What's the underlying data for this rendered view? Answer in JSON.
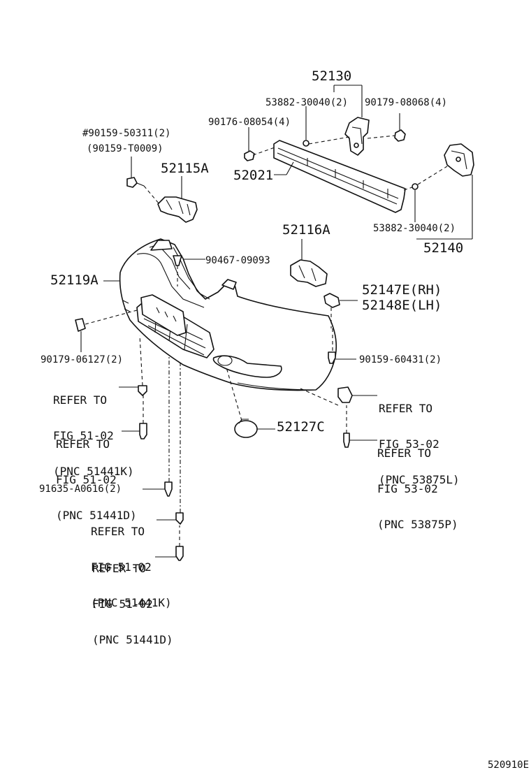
{
  "diagram": {
    "image_code": "520910E",
    "labels": {
      "p52130": "52130",
      "p53882_top": "53882-30040(2)",
      "p90179_top": "90179-08068(4)",
      "p90176": "90176-08054(4)",
      "p90159_503": "#90159-50311(2)",
      "p90159_t": "(90159-T0009)",
      "p52115a": "52115A",
      "p52021": "52021",
      "p52116a": "52116A",
      "p53882_bot": "53882-30040(2)",
      "p52140": "52140",
      "p90467": "90467-09093",
      "p52119a": "52119A",
      "p52147e": "52147E(RH)",
      "p52148e": "52148E(LH)",
      "p90179_bot": "90179-06127(2)",
      "p90159_604": "90159-60431(2)",
      "p52127c": "52127C",
      "p91635": "91635-A0616(2)"
    },
    "references": [
      {
        "refer": "REFER TO",
        "fig": "FIG 51-02",
        "pnc": "(PNC 51441K)"
      },
      {
        "refer": "REFER TO",
        "fig": "FIG 51-02",
        "pnc": "(PNC 51441D)"
      },
      {
        "refer": "REFER TO",
        "fig": "FIG 53-02",
        "pnc": "(PNC 53875L)"
      },
      {
        "refer": "REFER TO",
        "fig": "FIG 53-02",
        "pnc": "(PNC 53875P)"
      },
      {
        "refer": "REFER TO",
        "fig": "FIG 51-02",
        "pnc": "(PNC 51441K)"
      },
      {
        "refer": "REFER TO",
        "fig": "FIG 51-02",
        "pnc": "(PNC 51441D)"
      }
    ]
  }
}
